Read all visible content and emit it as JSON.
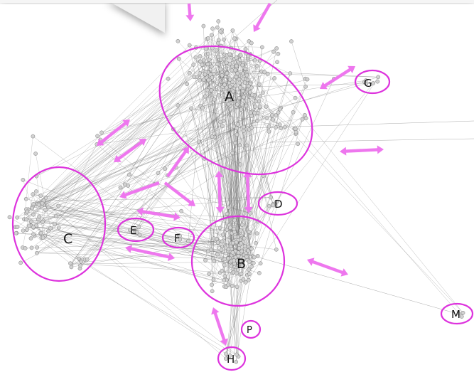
{
  "colors": {
    "highlight": "#dd33dd",
    "arrow": "#ee77ee",
    "edge": "#666666",
    "node_fill": "#d2d2d2",
    "node_stroke": "#777777",
    "callout_fill": "#f3f3f3",
    "background": "#ffffff"
  },
  "clusters": [
    {
      "id": "A",
      "label": "A"
    },
    {
      "id": "B",
      "label": "B"
    },
    {
      "id": "C",
      "label": "C"
    },
    {
      "id": "D",
      "label": "D"
    },
    {
      "id": "E",
      "label": "E"
    },
    {
      "id": "F",
      "label": "F"
    },
    {
      "id": "G",
      "label": "G"
    },
    {
      "id": "H",
      "label": "H"
    },
    {
      "id": "M",
      "label": "M"
    },
    {
      "id": "P",
      "label": "P"
    }
  ],
  "icons": {
    "arrow": "double-headed-arrow-icon",
    "node": "network-node-icon"
  }
}
